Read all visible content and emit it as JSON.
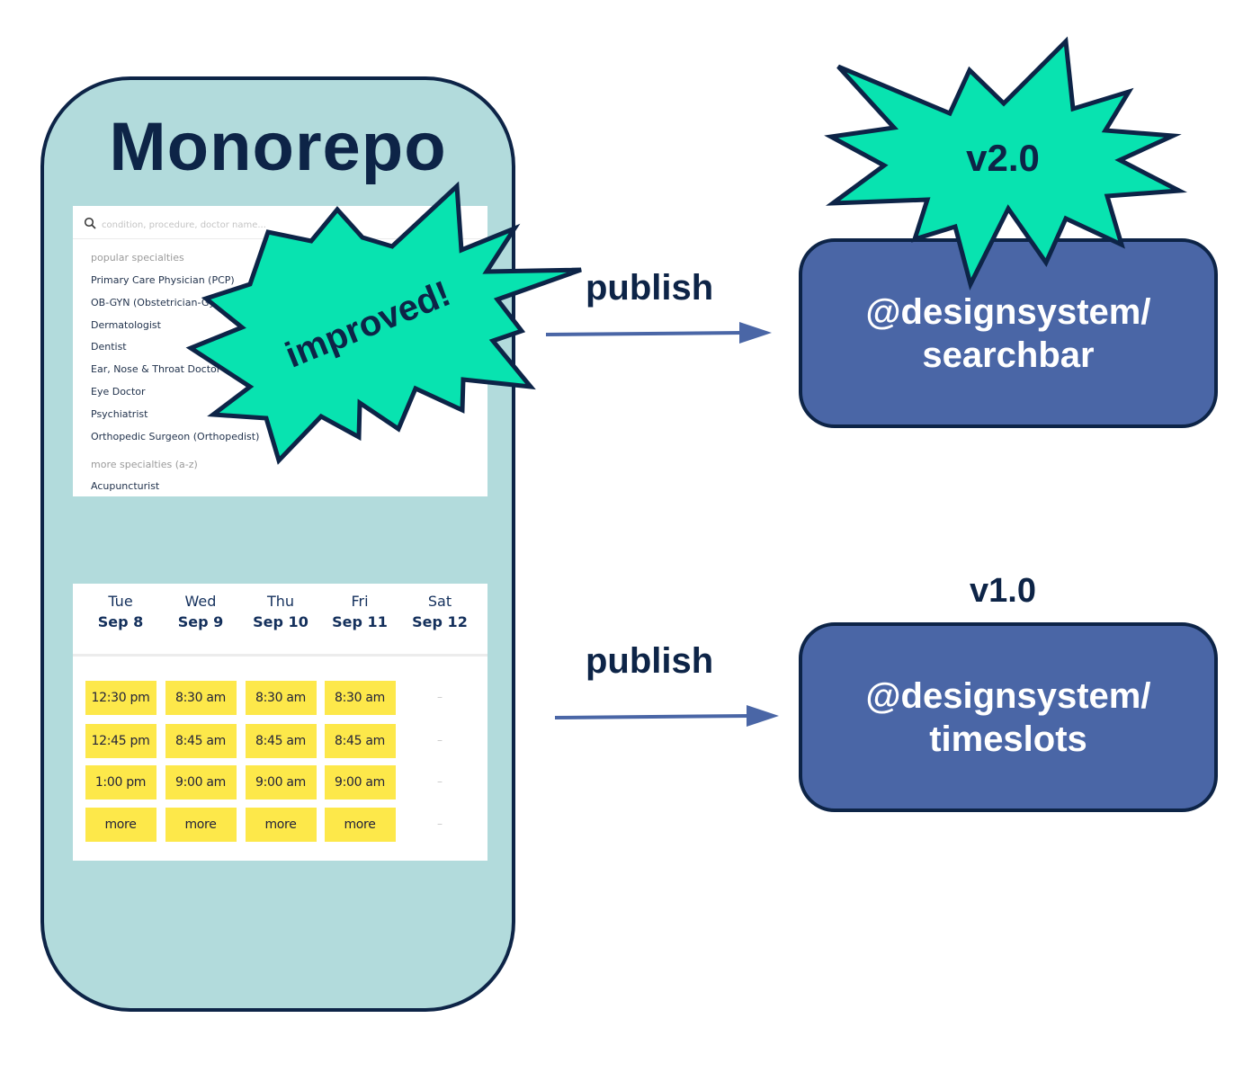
{
  "monorepo": {
    "title": "Monorepo",
    "search": {
      "placeholder": "condition, procedure, doctor name...",
      "popular_heading": "popular specialties",
      "popular_items": [
        "Primary Care Physician (PCP)",
        "OB-GYN (Obstetrician-Gy",
        "Dermatologist",
        "Dentist",
        "Ear, Nose & Throat Doctor (E",
        "Eye Doctor",
        "Psychiatrist",
        "Orthopedic Surgeon (Orthopedist)"
      ],
      "more_heading": "more specialties (a-z)",
      "more_items": [
        "Acupuncturist"
      ]
    },
    "timeslots": {
      "days": [
        {
          "name": "Tue",
          "date": "Sep 8",
          "slots": [
            "12:30 pm",
            "12:45 pm",
            "1:00 pm",
            "more"
          ]
        },
        {
          "name": "Wed",
          "date": "Sep 9",
          "slots": [
            "8:30 am",
            "8:45 am",
            "9:00 am",
            "more"
          ]
        },
        {
          "name": "Thu",
          "date": "Sep 10",
          "slots": [
            "8:30 am",
            "8:45 am",
            "9:00 am",
            "more"
          ]
        },
        {
          "name": "Fri",
          "date": "Sep 11",
          "slots": [
            "8:30 am",
            "8:45 am",
            "9:00 am",
            "more"
          ]
        },
        {
          "name": "Sat",
          "date": "Sep 12",
          "slots": [
            "–",
            "–",
            "–",
            "–"
          ]
        }
      ]
    }
  },
  "improved_burst": {
    "label": "improved!",
    "color": "#08e3b0"
  },
  "packages": [
    {
      "line1": "@designsystem/",
      "line2": "searchbar",
      "version": "v2.0",
      "publish_label": "publish"
    },
    {
      "line1": "@designsystem/",
      "line2": "timeslots",
      "version": "v1.0",
      "publish_label": "publish"
    }
  ],
  "colors": {
    "navy": "#0d2447",
    "mono_bg": "#b2dbdc",
    "package_bg": "#4a66a6",
    "arrow": "#4a66a6",
    "slot_bg": "#fde84a",
    "burst": "#08e3b0"
  }
}
